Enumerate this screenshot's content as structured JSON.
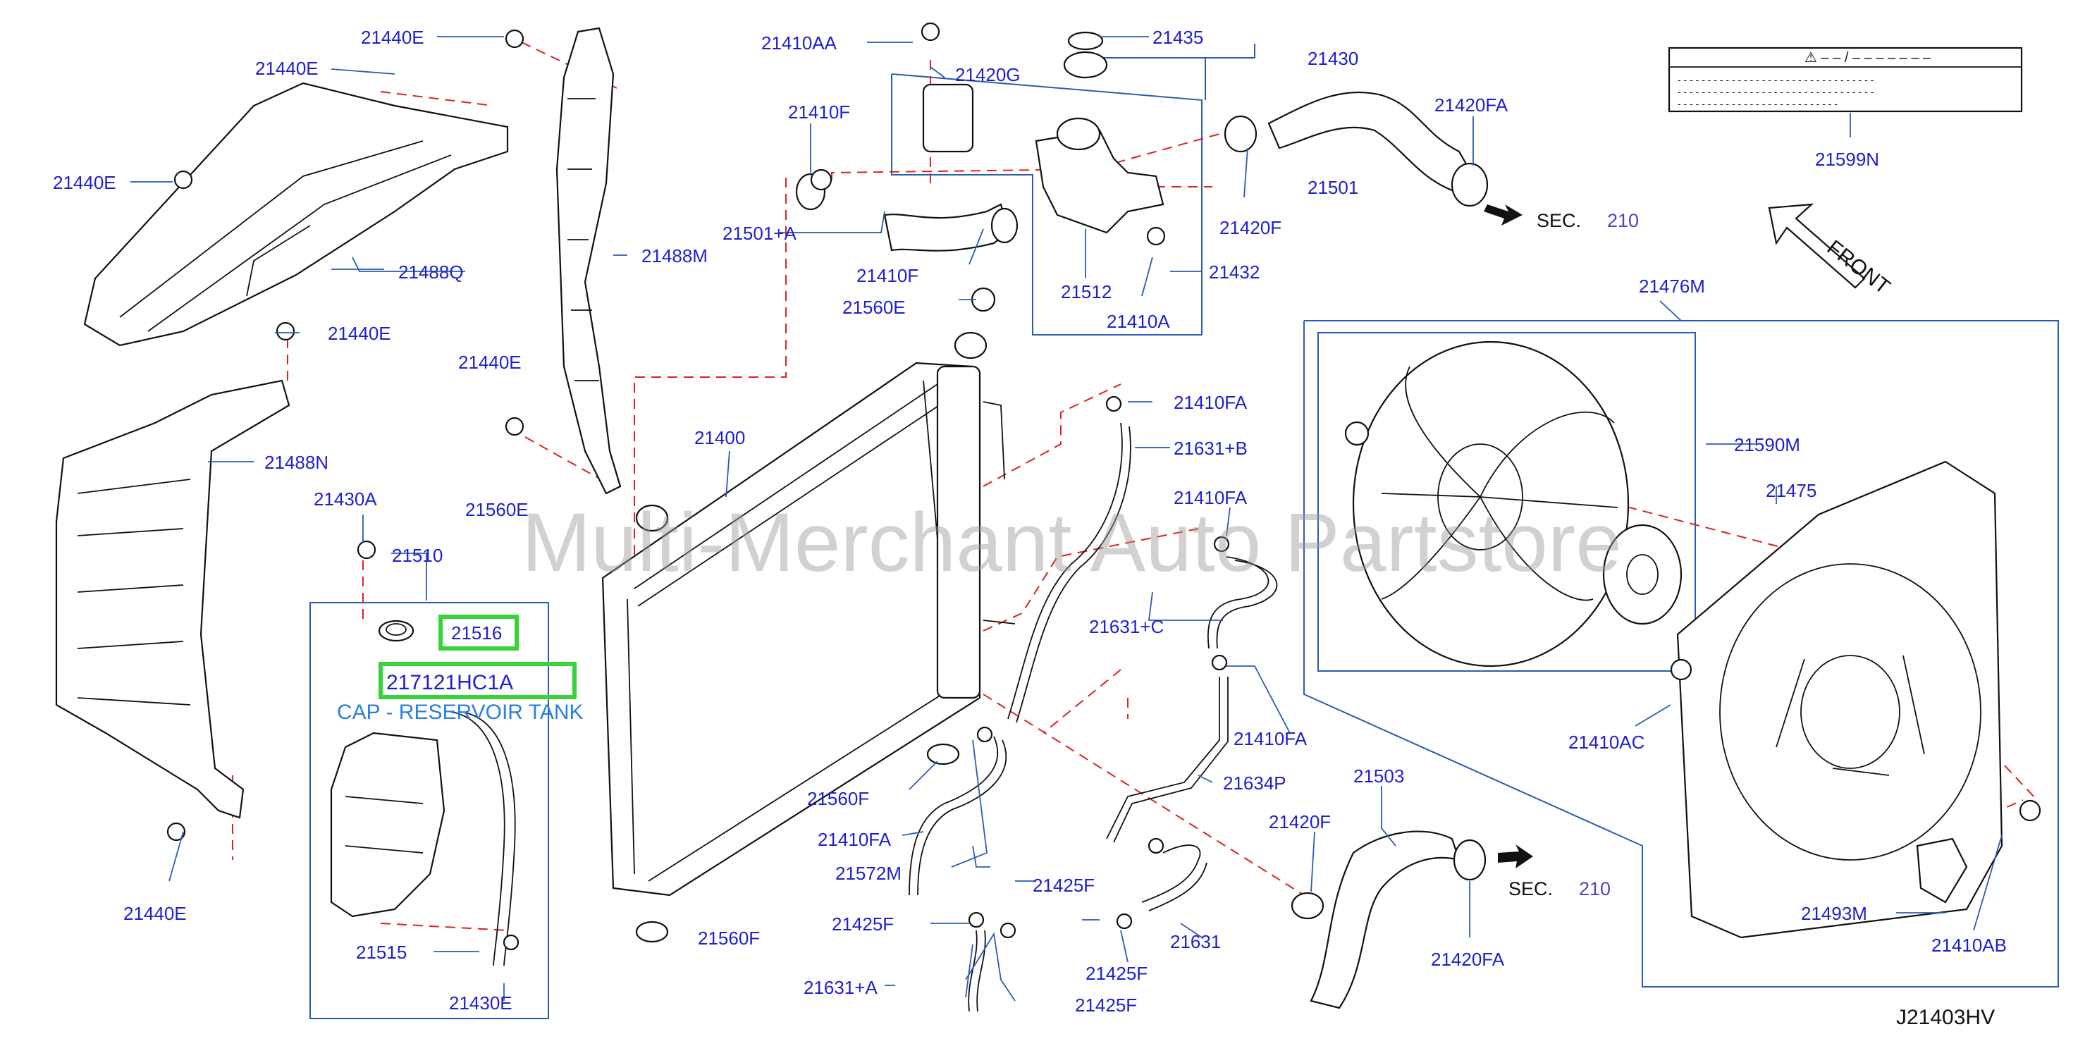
{
  "watermark": "Multi-Merchant Auto Partstore",
  "diagram_code": "J21403HV",
  "front_label": "FRONT",
  "sec_label": "SEC.",
  "sec_number": "210",
  "caution_label": {
    "header": "⚠ – – / – – – – – – –",
    "lines": [
      "- - - - - - - - - - - - - - - - - - - - - - - - - - - - - - - - -",
      "- - - - - - - - - - - - - - - - - - - - - - - - - - - - - - - - -",
      "- - - - - - - - - - - - - - - - - - - - - - - - - - -"
    ]
  },
  "highlight": {
    "part_no": "21516",
    "part_code": "217121HC1A",
    "description": "CAP - RESERVOIR TANK"
  },
  "labels": {
    "p21440E_a": "21440E",
    "p21440E_b": "21440E",
    "p21440E_c": "21440E",
    "p21440E_d": "21440E",
    "p21440E_e": "21440E",
    "p21440E_f": "21440E",
    "p21488Q": "21488Q",
    "p21488M": "21488M",
    "p21488N": "21488N",
    "p21430A": "21430A",
    "p21510": "21510",
    "p21515": "21515",
    "p21430E": "21430E",
    "p21410AA": "21410AA",
    "p21420G": "21420G",
    "p21435": "21435",
    "p21430": "21430",
    "p21410F_a": "21410F",
    "p21410F_b": "21410F",
    "p21501A": "21501+A",
    "p21560E_a": "21560E",
    "p21560E_b": "21560E",
    "p21512": "21512",
    "p21410A": "21410A",
    "p21432": "21432",
    "p21420F_a": "21420F",
    "p21420F_b": "21420F",
    "p21501": "21501",
    "p21420FA_a": "21420FA",
    "p21420FA_b": "21420FA",
    "p21599N": "21599N",
    "p21476M": "21476M",
    "p21590M": "21590M",
    "p21475": "21475",
    "p21410AC": "21410AC",
    "p21493M": "21493M",
    "p21410AB": "21410AB",
    "p21400": "21400",
    "p21410FA_a": "21410FA",
    "p21410FA_b": "21410FA",
    "p21410FA_c": "21410FA",
    "p21410FA_d": "21410FA",
    "p21631B": "21631+B",
    "p21631C": "21631+C",
    "p21634P": "21634P",
    "p21560F_a": "21560F",
    "p21560F_b": "21560F",
    "p21572M": "21572M",
    "p21425F_a": "21425F",
    "p21425F_b": "21425F",
    "p21425F_c": "21425F",
    "p21425F_d": "21425F",
    "p21631": "21631",
    "p21631A": "21631+A",
    "p21503": "21503"
  }
}
